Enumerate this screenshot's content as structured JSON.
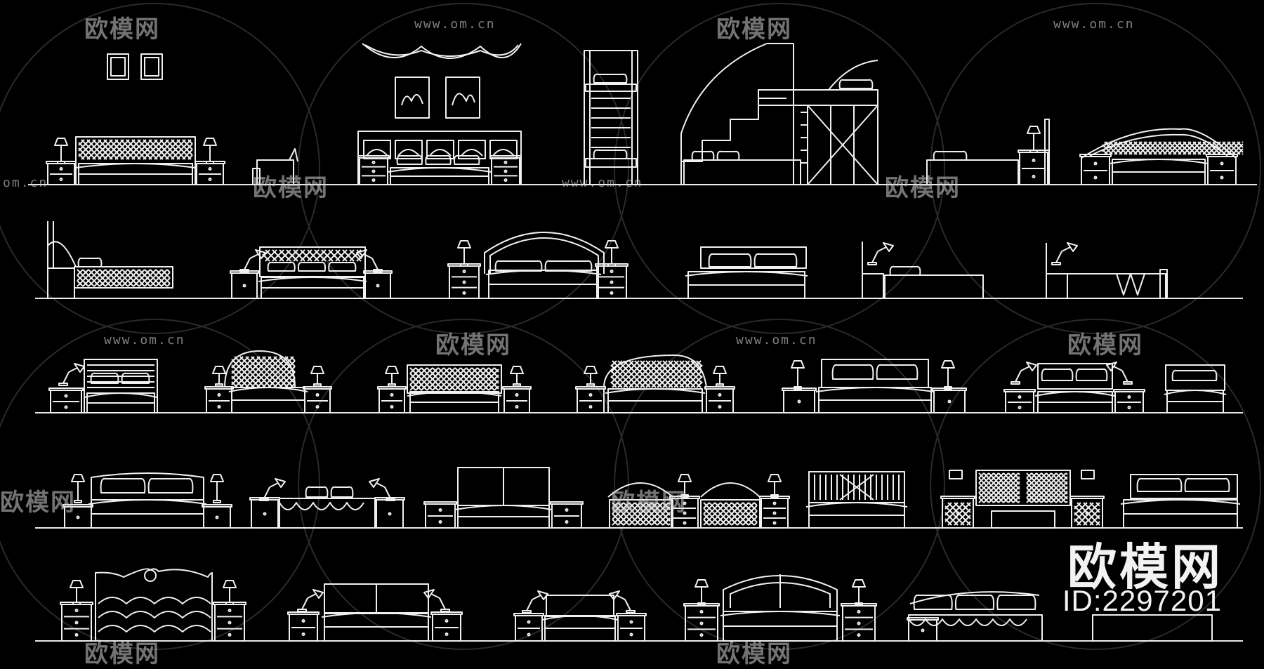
{
  "watermark": {
    "brand": "欧模网",
    "url": "www.om.cn",
    "url_partial": "om.cn"
  },
  "stamp": {
    "brand": "欧模网",
    "id": "ID:2297201"
  },
  "colors": {
    "background": "#000000",
    "line": "#ffffff",
    "watermark": "#cfcfcf"
  }
}
